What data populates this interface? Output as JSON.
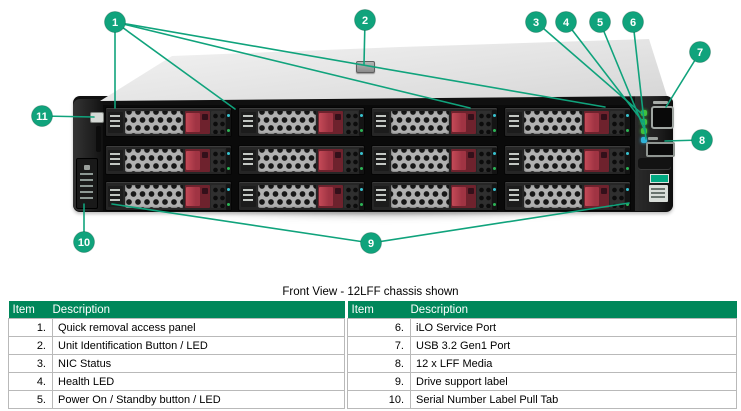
{
  "colors": {
    "accent_green": "#10A37C",
    "table_header_bg": "#00875A",
    "led_green": "#3EC13E",
    "led_blue": "#2FB3D9",
    "latch_red": "#A03443",
    "hpe_green": "#01A982"
  },
  "diagram": {
    "description": "Front view of 2U rack server, 12 LFF drive chassis",
    "drive_grid": {
      "rows": 3,
      "cols": 4
    },
    "status_leds": [
      "green",
      "green",
      "green",
      "blue"
    ],
    "callouts": [
      {
        "n": "1"
      },
      {
        "n": "2"
      },
      {
        "n": "3"
      },
      {
        "n": "4"
      },
      {
        "n": "5"
      },
      {
        "n": "6"
      },
      {
        "n": "7"
      },
      {
        "n": "8"
      },
      {
        "n": "9"
      },
      {
        "n": "10"
      },
      {
        "n": "11"
      }
    ]
  },
  "table": {
    "title": "Front View - 12LFF chassis shown",
    "headers": {
      "item": "Item",
      "description": "Description"
    },
    "left_rows": [
      {
        "item": "1.",
        "description": "Quick removal access panel"
      },
      {
        "item": "2.",
        "description": "Unit Identification Button / LED"
      },
      {
        "item": "3.",
        "description": "NIC Status"
      },
      {
        "item": "4.",
        "description": "Health LED"
      },
      {
        "item": "5.",
        "description": "Power On / Standby button / LED"
      }
    ],
    "right_rows": [
      {
        "item": "6.",
        "description": "iLO Service Port"
      },
      {
        "item": "7.",
        "description": "USB 3.2 Gen1 Port"
      },
      {
        "item": "8.",
        "description": "12 x LFF Media"
      },
      {
        "item": "9.",
        "description": "Drive support label"
      },
      {
        "item": "10.",
        "description": "Serial Number Label Pull Tab"
      }
    ]
  }
}
